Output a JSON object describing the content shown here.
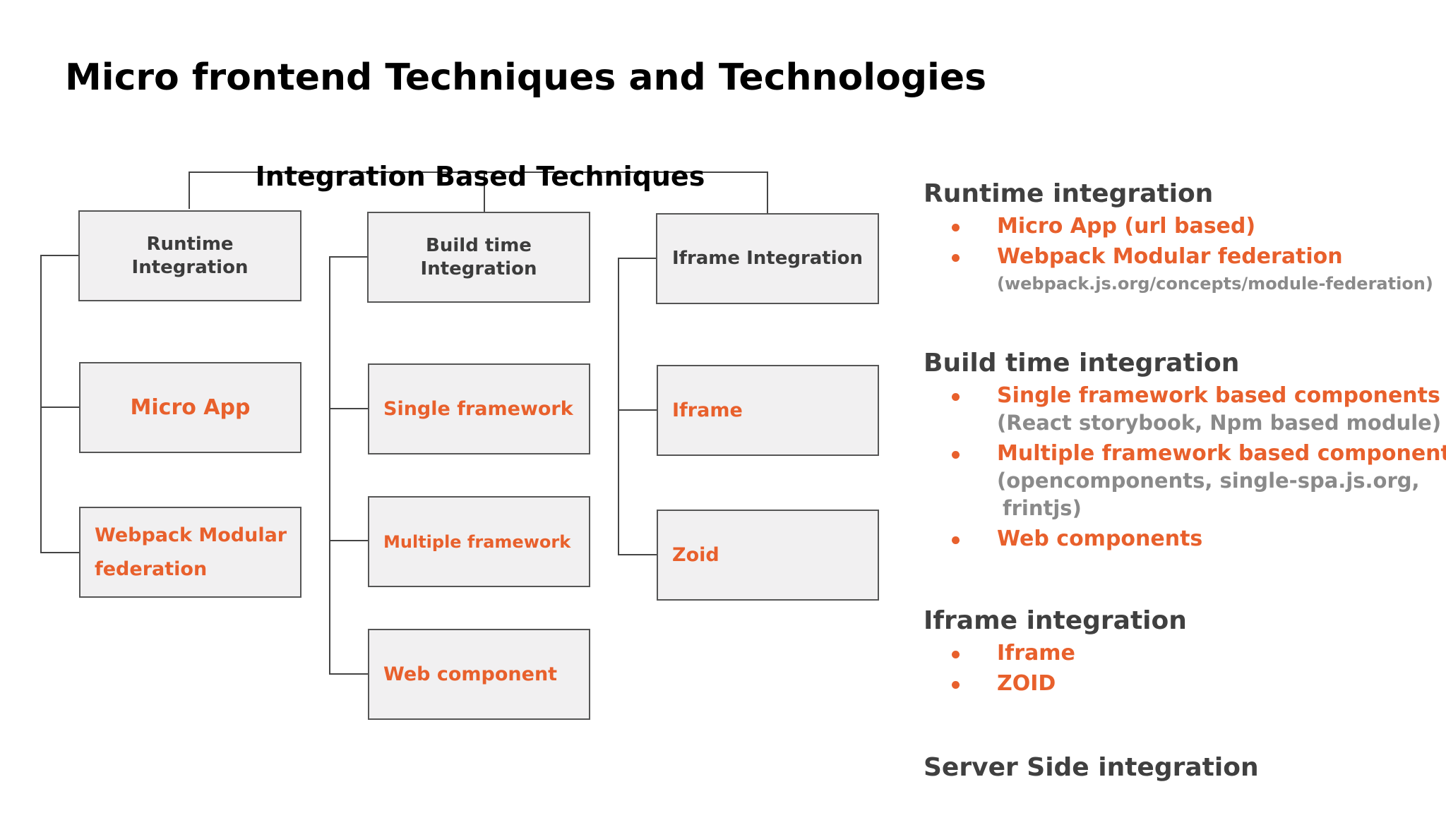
{
  "title": "Micro frontend Techniques and Technologies",
  "diagram": {
    "title": "Integration Based Techniques",
    "columns": [
      {
        "header": [
          "Runtime",
          "Integration"
        ],
        "items": [
          "Micro App",
          "Webpack Modular federation"
        ]
      },
      {
        "header": [
          "Build time",
          "Integration"
        ],
        "items": [
          "Single framework",
          "Multiple framework",
          "Web component"
        ]
      },
      {
        "header": [
          "Iframe Integration"
        ],
        "items": [
          "Iframe",
          "Zoid"
        ]
      }
    ]
  },
  "details": {
    "sections": [
      {
        "title": "Runtime integration",
        "bullets": [
          {
            "label": "Micro App (url based)"
          },
          {
            "label": "Webpack Modular federation",
            "note": [
              "(webpack.js.org/concepts/module-federation)"
            ]
          }
        ]
      },
      {
        "title": "Build time integration",
        "bullets": [
          {
            "label": "Single framework based components",
            "note": [
              "(React storybook, Npm based module)"
            ]
          },
          {
            "label": "Multiple framework based components",
            "note": [
              "(opencomponents, single-spa.js.org,",
              "frintjs)"
            ]
          },
          {
            "label": "Web components"
          }
        ]
      },
      {
        "title": "Iframe integration",
        "bullets": [
          {
            "label": "Iframe"
          },
          {
            "label": "ZOID"
          }
        ]
      },
      {
        "title": "Server Side integration",
        "bullets": []
      }
    ]
  },
  "colors": {
    "accent": "#e8602c",
    "heading": "#404040",
    "note": "#8a8a8a",
    "box_fill": "#f1f0f1",
    "box_border": "#555555"
  }
}
